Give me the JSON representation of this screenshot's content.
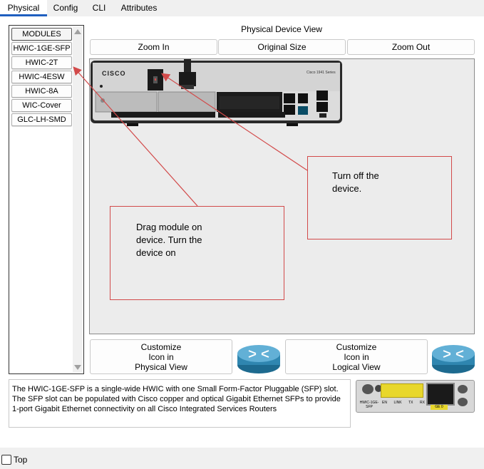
{
  "tabs": [
    {
      "label": "Physical",
      "active": true
    },
    {
      "label": "Config",
      "active": false
    },
    {
      "label": "CLI",
      "active": false
    },
    {
      "label": "Attributes",
      "active": false
    }
  ],
  "modules": {
    "header": "MODULES",
    "items": [
      "HWIC-1GE-SFP",
      "HWIC-2T",
      "HWIC-4ESW",
      "HWIC-8A",
      "WIC-Cover",
      "GLC-LH-SMD"
    ]
  },
  "physical_view": {
    "title": "Physical Device View",
    "zoom_in": "Zoom In",
    "original_size": "Original Size",
    "zoom_out": "Zoom Out"
  },
  "device": {
    "brand": "CISCO",
    "model": "Cisco 1941 Series"
  },
  "annotations": {
    "drag_note": [
      "Drag module on",
      "device. Turn the",
      "device on"
    ],
    "off_note": [
      "Turn off the",
      "device."
    ],
    "color": "#d24a4a"
  },
  "customize": {
    "physical": [
      "Customize",
      "Icon in",
      "Physical View"
    ],
    "logical": [
      "Customize",
      "Icon in",
      "Logical View"
    ]
  },
  "description": "The HWIC-1GE-SFP is a single-wide HWIC with one Small Form-Factor Pluggable (SFP) slot. The SFP slot can be populated with Cisco copper and optical Gigabit Ethernet SFPs to provide 1-port Gigabit Ethernet connectivity on all Cisco Integrated Services Routers",
  "module_image": {
    "label": "HWIC-1GE-SFP",
    "ports": [
      "EN",
      "LINK",
      "TX",
      "RX"
    ],
    "slot_label": "GE 0"
  },
  "footer": {
    "top_label": "Top",
    "top_checked": false
  },
  "colors": {
    "accent_tab": "#1f5fbf",
    "canvas_bg": "#ececec",
    "router_icon": "#3b8fbf"
  }
}
